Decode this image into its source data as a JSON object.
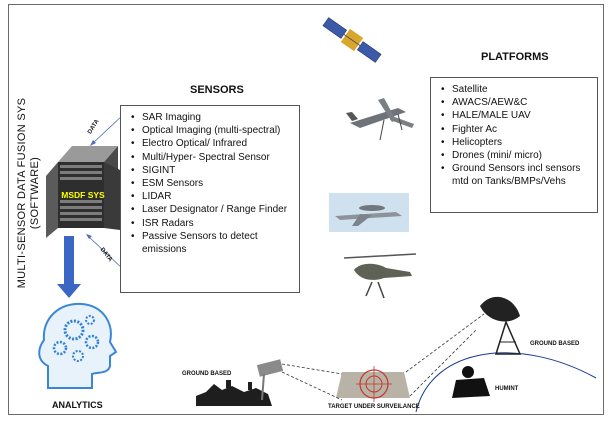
{
  "title_vertical_line1": "MULTI-SENSOR DATA FUSION SYS",
  "title_vertical_line2": "(SOFTWARE)",
  "server_label": "MSDF SYS",
  "data_top": "DATA",
  "data_bottom": "DATA",
  "analytics_label": "ANALYTICS",
  "sensors": {
    "header": "SENSORS",
    "items": [
      "SAR Imaging",
      "Optical Imaging (multi-spectral)",
      "Electro Optical/ Infrared",
      "Multi/Hyper- Spectral Sensor",
      "SIGINT",
      "ESM Sensors",
      "LIDAR",
      "Laser Designator / Range Finder",
      "ISR Radars",
      "Passive Sensors to detect",
      "emissions"
    ]
  },
  "platforms": {
    "header": "PLATFORMS",
    "items": [
      "Satellite",
      "AWACS/AEW&C",
      "HALE/MALE UAV",
      "Fighter Ac",
      "Helicopters",
      "Drones (mini/ micro)",
      "Ground Sensors incl sensors",
      "mtd on Tanks/BMPs/Vehs"
    ]
  },
  "ground_based_left": "GROUND BASED",
  "ground_based_right": "GROUND BASED",
  "target_label": "TARGET UNDER SURVEILANCE",
  "humint_label": "HUMINT",
  "colors": {
    "server_text": "#ffff00",
    "arrow_blue": "#3a66c4",
    "head_blue": "#2f7fd8"
  }
}
